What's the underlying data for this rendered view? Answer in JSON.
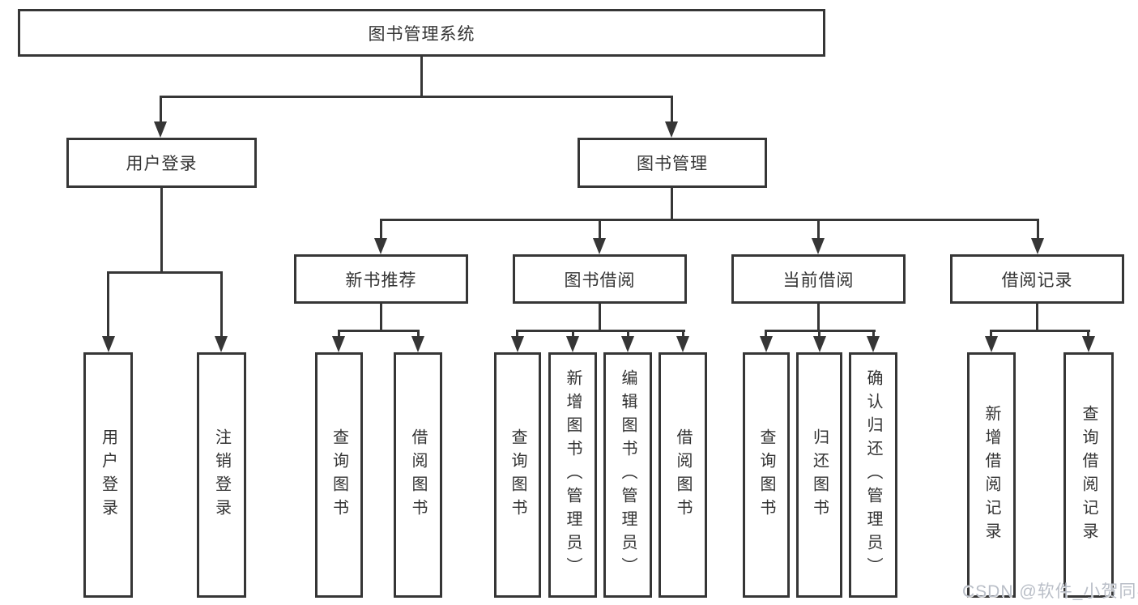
{
  "diagram": {
    "root": {
      "label": "图书管理系统",
      "children": [
        {
          "label": "用户登录",
          "children": [
            {
              "label": "用户登录"
            },
            {
              "label": "注销登录"
            }
          ]
        },
        {
          "label": "图书管理",
          "children": [
            {
              "label": "新书推荐",
              "children": [
                {
                  "label": "查询图书"
                },
                {
                  "label": "借阅图书"
                }
              ]
            },
            {
              "label": "图书借阅",
              "children": [
                {
                  "label": "查询图书"
                },
                {
                  "label": "新增图书（管理员）"
                },
                {
                  "label": "编辑图书（管理员）"
                },
                {
                  "label": "借阅图书"
                }
              ]
            },
            {
              "label": "当前借阅",
              "children": [
                {
                  "label": "查询图书"
                },
                {
                  "label": "归还图书"
                },
                {
                  "label": "确认归还（管理员）"
                }
              ]
            },
            {
              "label": "借阅记录",
              "children": [
                {
                  "label": "新增借阅记录"
                },
                {
                  "label": "查询借阅记录"
                }
              ]
            }
          ]
        }
      ]
    }
  },
  "watermark": {
    "text": "CSDN @软件_小贺同学"
  },
  "colors": {
    "line": "#363636",
    "text": "#333333",
    "background": "#ffffff",
    "watermark": "#b9bec7"
  }
}
